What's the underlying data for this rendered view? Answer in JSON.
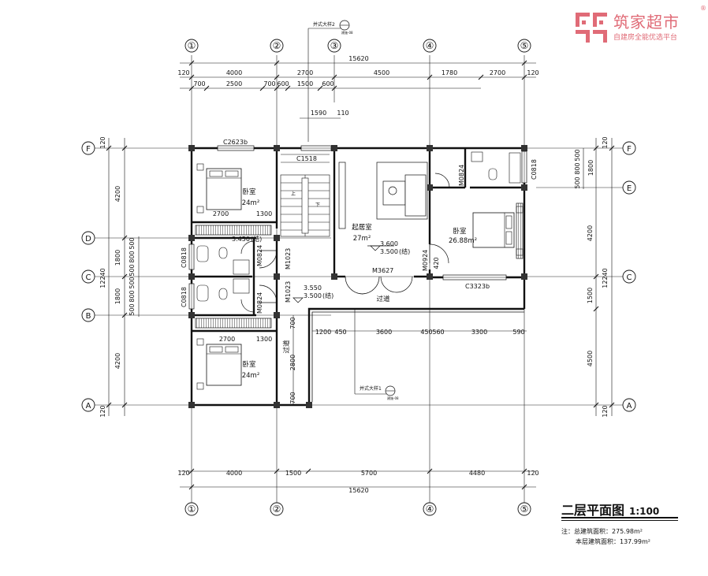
{
  "brand": {
    "name": "筑家超市",
    "slogan": "自建房全能优选平台",
    "registered": "®",
    "logo": "zhujia-logo-icon"
  },
  "title": {
    "text": "二层平面图",
    "scale": "1:100"
  },
  "notes": {
    "label_total": "注：总建筑面积：",
    "total_area": "275.98m²",
    "label_floor": "本层建筑面积：",
    "floor_area": "137.99m²"
  },
  "axes": {
    "vertical": [
      "①",
      "②",
      "③",
      "④",
      "⑤"
    ],
    "horizontal": [
      "F",
      "E",
      "D",
      "C",
      "B",
      "A"
    ]
  },
  "dimensions": {
    "top_total": "15620",
    "top_row1": [
      "4000",
      "2700",
      "4500",
      "1780",
      "2700"
    ],
    "top_row2": [
      "700",
      "2500",
      "700",
      "600",
      "1500",
      "600"
    ],
    "top_ends": [
      "120",
      "120"
    ],
    "stair_width": "1590",
    "stair_offset": "110",
    "bottom_total": "15620",
    "bottom_row": [
      "4000",
      "1500",
      "5700",
      "4480"
    ],
    "bottom_ends": [
      "120",
      "120"
    ],
    "left_total": "12240",
    "left_row": [
      "4200",
      "1800",
      "1800",
      "4200"
    ],
    "left_detail": [
      "500",
      "800",
      "500",
      "500",
      "800",
      "500"
    ],
    "left_ends": [
      "120",
      "120"
    ],
    "right_total": "12240",
    "right_row": [
      "4200",
      "1500",
      "4500"
    ],
    "right_detail": [
      "500",
      "800",
      "500",
      "1800"
    ],
    "right_ends": [
      "120",
      "120"
    ],
    "inner_row": [
      "1200",
      "450",
      "3600",
      "450",
      "560",
      "3300",
      "590"
    ],
    "inner_col": [
      "700",
      "2800",
      "700"
    ],
    "bedroom_top": [
      "2700",
      "1300"
    ],
    "bedroom_bottom": [
      "2700",
      "1300"
    ],
    "door_gap": "420",
    "elev_1": "3.450",
    "elev_1_note": "(结)",
    "elev_2": "3.600",
    "elev_2b": "3.500",
    "elev_2_note": "(结)",
    "elev_3": "3.550",
    "elev_3b": "3.500",
    "elev_3_note": "(结)"
  },
  "rooms": {
    "bedroom_nw": {
      "name": "卧室",
      "area": "24m²"
    },
    "bedroom_sw": {
      "name": "卧室",
      "area": "24m²"
    },
    "living": {
      "name": "起居室",
      "area": "27m²"
    },
    "bedroom_e": {
      "name": "卧室",
      "area": "26.88m²"
    },
    "corridor_w": "过道",
    "corridor_s": "过道",
    "stair_up": "上",
    "stair_down": "下"
  },
  "openings": {
    "w_c2623": "C2623b",
    "w_c1518": "C1518",
    "w_c0818_top": "C0818",
    "w_c0818_left1": "C0818",
    "w_c0818_left2": "C0818",
    "w_c3323": "C3323b",
    "d_m0824_1": "M0824",
    "d_m0824_2": "M0824",
    "d_m0824_3": "M0824",
    "d_m1023_1": "M1023",
    "d_m1023_2": "M1023",
    "d_m3627": "M3627",
    "d_m0924": "M0924"
  },
  "callouts": {
    "top": "并式大样2",
    "bottom": "并式大样1",
    "sheet": "建施-08"
  },
  "colors": {
    "line": "#111111",
    "brand": "#e06b77",
    "hatch": "#444444"
  }
}
